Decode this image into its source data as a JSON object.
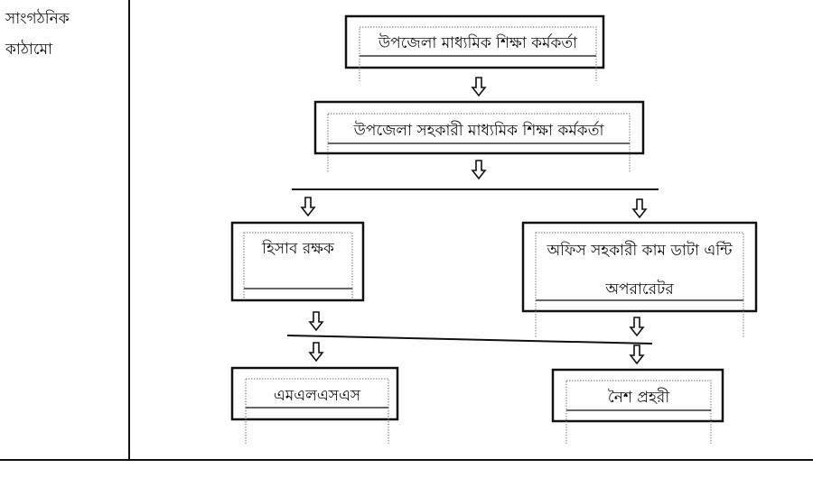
{
  "side_label": {
    "line1": "সাংগঠনিক",
    "line2": "কাঠামো"
  },
  "nodes": {
    "upazila_officer": "উপজেলা মাধ্যমিক শিক্ষা  কর্মকর্তা",
    "assistant_officer": "উপজেলা সহকারী মাধ্যমিক শিক্ষা কর্মকর্তা",
    "accountant": "হিসাব রক্ষক",
    "office_assistant_line1": "অফিস সহকারী কাম ডাটা এন্টি",
    "office_assistant_line2": "অপরারেটর",
    "mlss": "এমএলএসএস",
    "night_guard": "নৈশ প্রহরী"
  },
  "icons": {
    "arrow": "hollow-down-arrow-icon"
  }
}
